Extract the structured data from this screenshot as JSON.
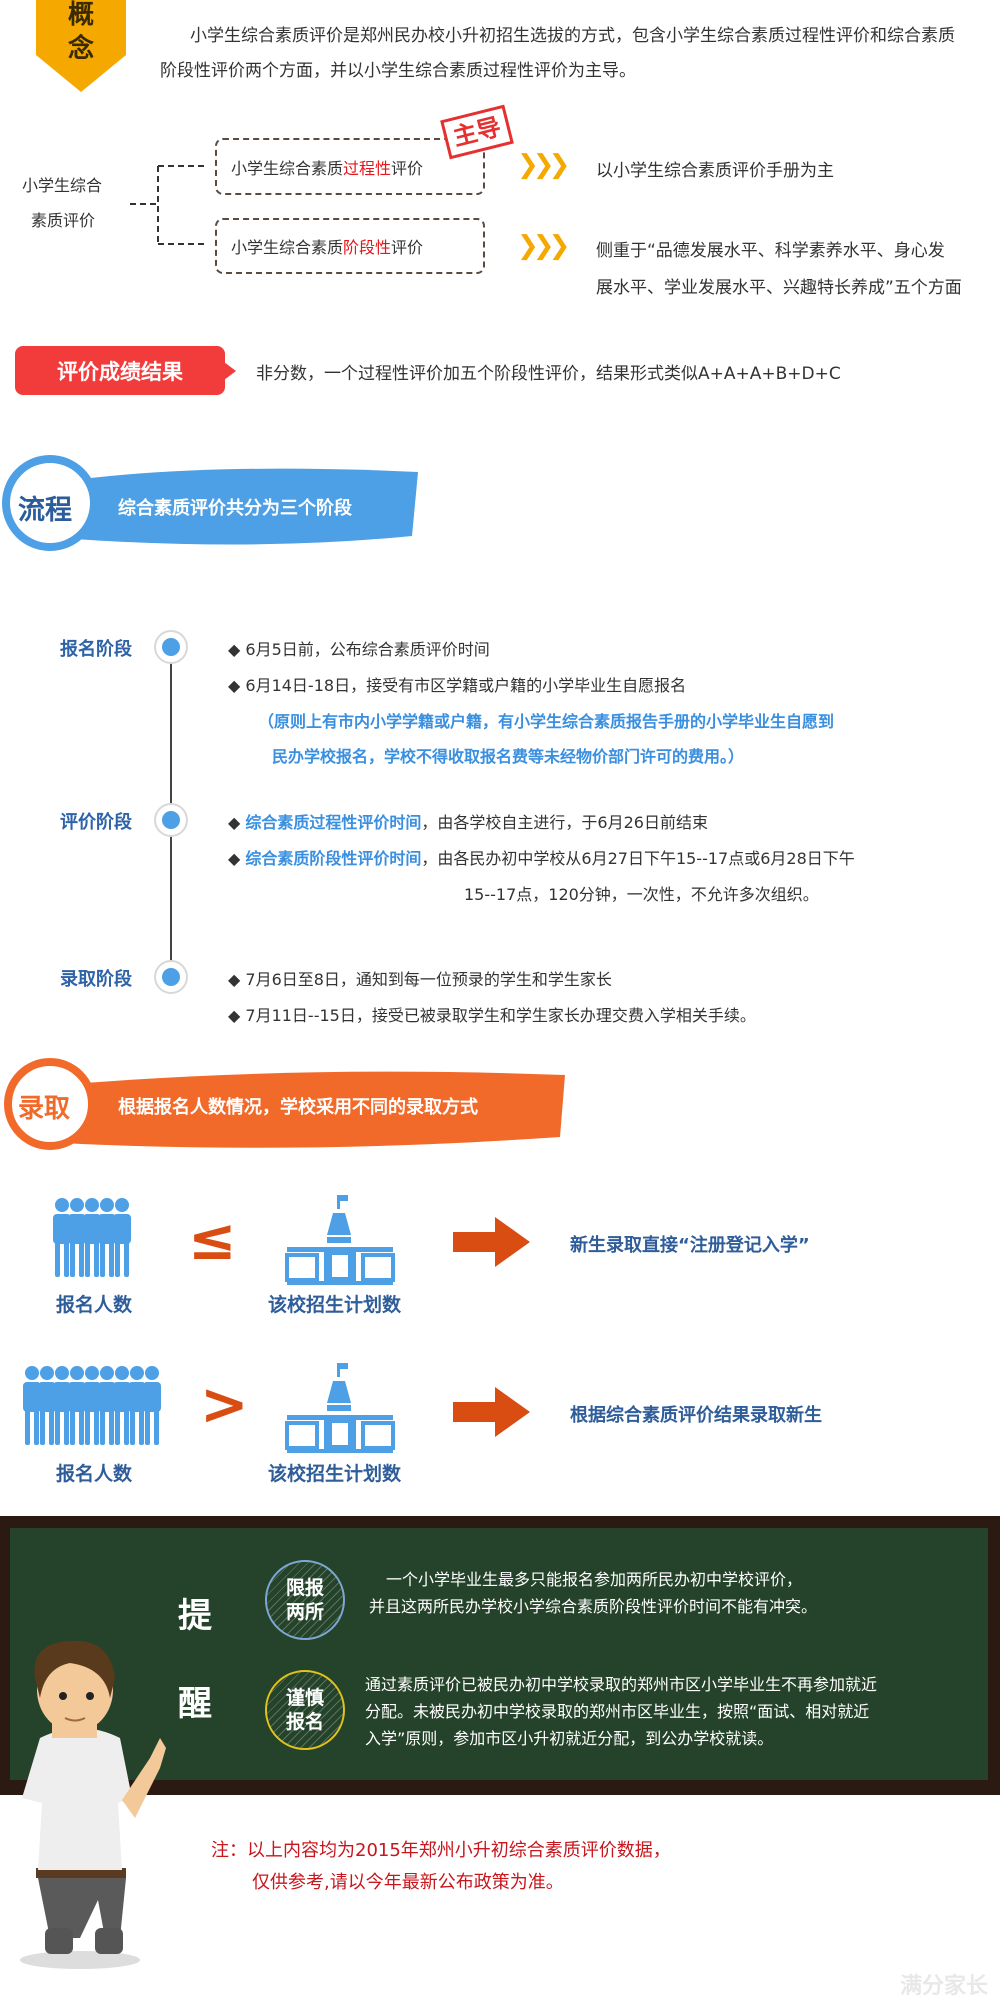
{
  "concept": {
    "badge": [
      "概",
      "念"
    ],
    "intro": [
      "小学生综合素质评价是郑州民办校小升初招生选拔的方式，包含小学生综合素质过程性评价和综合素质",
      "阶段性评价两个方面，并以小学生综合素质过程性评价为主导。"
    ],
    "root": [
      "小学生综合",
      "素质评价"
    ],
    "branch1": {
      "pre": "小学生综合素质",
      "hl": "过程性",
      "post": "评价",
      "stamp": "主导",
      "desc": "以小学生综合素质评价手册为主"
    },
    "branch2": {
      "pre": "小学生综合素质",
      "hl": "阶段性",
      "post": "评价",
      "desc": [
        "侧重于“品德发展水平、科学素养水平、身心发",
        "展水平、学业发展水平、兴趣特长养成”五个方面"
      ]
    },
    "result_label": "评价成绩结果",
    "result_text": "非分数，一个过程性评价加五个阶段性评价，结果形式类似A+A+A+B+D+C"
  },
  "process": {
    "badge": "流程",
    "title": "综合素质评价共分为三个阶段",
    "stages": [
      {
        "name": "报名阶段",
        "items": [
          "6月5日前，公布综合素质评价时间",
          "6月14日-18日，接受有市区学籍或户籍的小学毕业生自愿报名"
        ],
        "note": [
          "（原则上有市内小学学籍或户籍，有小学生综合素质报告手册的小学毕业生自愿到",
          "民办学校报名，学校不得收取报名费等未经物价部门许可的费用。）"
        ]
      },
      {
        "name": "评价阶段",
        "items": [
          {
            "hl": "综合素质过程性评价时间",
            "text": "，由各学校自主进行，于6月26日前结束"
          },
          {
            "hl": "综合素质阶段性评价时间",
            "text": "，由各民办初中学校从6月27日下午15--17点或6月28日下午",
            "cont": "15--17点，120分钟，一次性，不允许多次组织。"
          }
        ]
      },
      {
        "name": "录取阶段",
        "items": [
          "7月6日至8日，通知到每一位预录的学生和学生家长",
          "7月11日--15日，接受已被录取学生和学生家长办理交费入学相关手续。"
        ]
      }
    ]
  },
  "admission": {
    "badge": "录取",
    "title": "根据报名人数情况，学校采用不同的录取方式",
    "rows": [
      {
        "left": "报名人数",
        "op": "≤",
        "right": "该校招生计划数",
        "result": "新生录取直接“注册登记入学”"
      },
      {
        "left": "报名人数",
        "op": ">",
        "right": "该校招生计划数",
        "result": "根据综合素质评价结果录取新生"
      }
    ]
  },
  "reminder": {
    "title": [
      "提",
      "醒"
    ],
    "items": [
      {
        "seal": [
          "限报",
          "两所"
        ],
        "color": "#7fa7d6",
        "lines": [
          "一个小学毕业生最多只能报名参加两所民办初中学校评价，",
          "并且这两所民办学校小学综合素质阶段性评价时间不能有冲突。"
        ]
      },
      {
        "seal": [
          "谨慎",
          "报名"
        ],
        "color": "#e2c21c",
        "lines": [
          "通过素质评价已被民办初中学校录取的郑州市区小学毕业生不再参加就近",
          "分配。未被民办初中学校录取的郑州市区毕业生，按照“面试、相对就近",
          "入学”原则，参加市区小升初就近分配，到公办学校就读。"
        ]
      }
    ]
  },
  "note": [
    "注：以上内容均为2015年郑州小升初综合素质评价数据，",
    "仅供参考,请以今年最新公布政策为准。"
  ],
  "watermark": "满分家长"
}
